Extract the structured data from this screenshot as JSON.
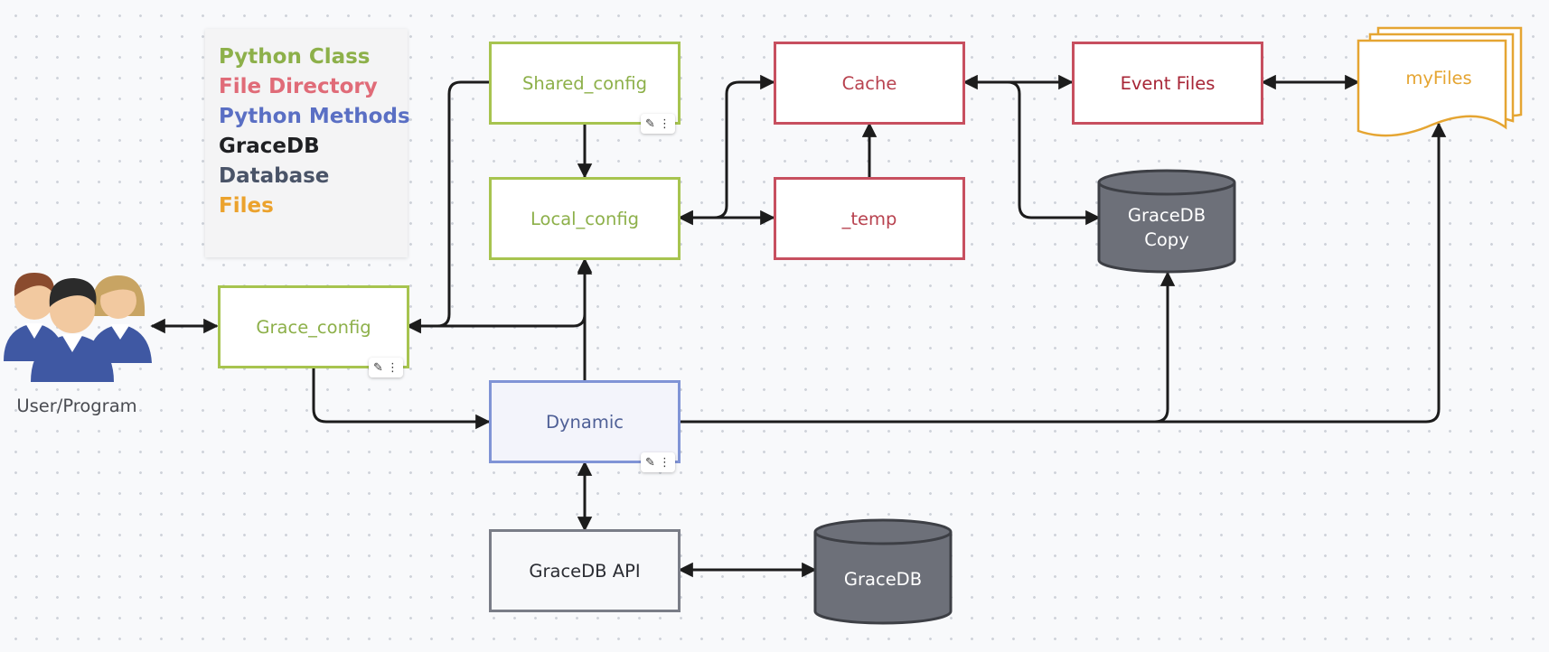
{
  "legend": {
    "items": [
      {
        "label": "Python Class",
        "color": "#8db04a"
      },
      {
        "label": "File Directory",
        "color": "#e06b78"
      },
      {
        "label": "Python Methods",
        "color": "#5a6fc4"
      },
      {
        "label": "GraceDB",
        "color": "#1f2023"
      },
      {
        "label": "Database",
        "color": "#4a5468"
      },
      {
        "label": "Files",
        "color": "#eba22d"
      }
    ]
  },
  "nodes": {
    "shared_config": "Shared_config",
    "local_config": "Local_config",
    "grace_config": "Grace_config",
    "dynamic": "Dynamic",
    "gracedb_api": "GraceDB API",
    "cache": "Cache",
    "temp": "_temp",
    "event_files": "Event Files",
    "gracedb_copy_line1": "GraceDB",
    "gracedb_copy_line2": "Copy",
    "gracedb": "GraceDB",
    "myfiles": "myFiles"
  },
  "user": {
    "label": "User/Program"
  },
  "icons": {
    "edit": "edit-icon",
    "more": "more-vertical-icon",
    "users": "users-group-icon"
  }
}
